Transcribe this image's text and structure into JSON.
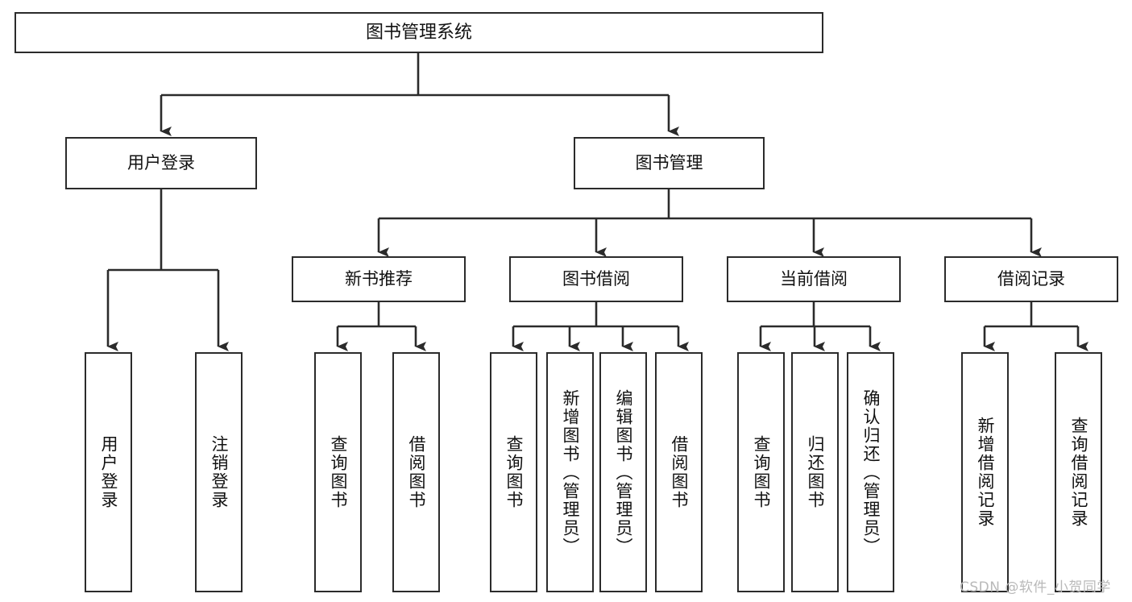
{
  "diagram": {
    "title": "图书管理系统",
    "type": "tree",
    "orientation": "top-down",
    "line_color": "#2b2b2b",
    "box_fill": "#ffffff",
    "text_color": "#111111"
  },
  "nodes": {
    "root": {
      "label": "图书管理系统"
    },
    "level2": [
      {
        "label": "用户登录"
      },
      {
        "label": "图书管理"
      }
    ],
    "level3": [
      {
        "label": "新书推荐"
      },
      {
        "label": "图书借阅"
      },
      {
        "label": "当前借阅"
      },
      {
        "label": "借阅记录"
      }
    ],
    "login_children": [
      {
        "label": "用户登录"
      },
      {
        "label": "注销登录"
      }
    ],
    "newbook_children": [
      {
        "label": "查询图书"
      },
      {
        "label": "借阅图书"
      }
    ],
    "borrow_children": [
      {
        "label": "查询图书"
      },
      {
        "label": "新增图书（管理员）"
      },
      {
        "label": "编辑图书（管理员）"
      },
      {
        "label": "借阅图书"
      }
    ],
    "current_children": [
      {
        "label": "查询图书"
      },
      {
        "label": "归还图书"
      },
      {
        "label": "确认归还（管理员）"
      }
    ],
    "record_children": [
      {
        "label": "新增借阅记录"
      },
      {
        "label": "查询借阅记录"
      }
    ]
  },
  "watermark": {
    "text": "CSDN @软件_小贺同学"
  }
}
